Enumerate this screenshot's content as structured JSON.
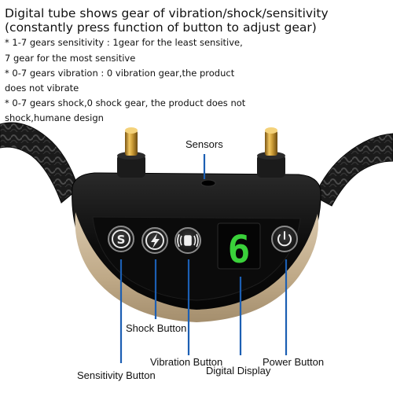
{
  "description": {
    "title_lines": [
      "Digital tube shows gear of vibration/shock/sensitivity",
      "(constantly press function of button to adjust gear)"
    ],
    "notes": [
      "* 1-7 gears sensitivity : 1gear for the least sensitive,",
      "7 gear for the most sensitive",
      "* 0-7 gears vibration : 0 vibration gear,the product",
      "does not vibrate",
      "* 0-7 gears shock,0 shock gear, the product does not",
      "shock,humane design"
    ]
  },
  "device": {
    "display_digit": "6",
    "display_color": "#3ad13a",
    "body_color": "#111111",
    "trim_color": "#c8b59a",
    "pointer_color": "#1c5fb3",
    "buttons": [
      {
        "id": "sensitivity",
        "icon": "letter-s-icon"
      },
      {
        "id": "shock",
        "icon": "lightning-icon"
      },
      {
        "id": "vibration",
        "icon": "vibration-icon"
      },
      {
        "id": "power",
        "icon": "power-icon"
      }
    ]
  },
  "callouts": {
    "sensors": "Sensors",
    "shock_button": "Shock Button",
    "vibration_button": "Vibration Button",
    "power_button": "Power Button",
    "digital_display": "Digital Display",
    "sensitivity_button": "Sensitivity Button"
  }
}
